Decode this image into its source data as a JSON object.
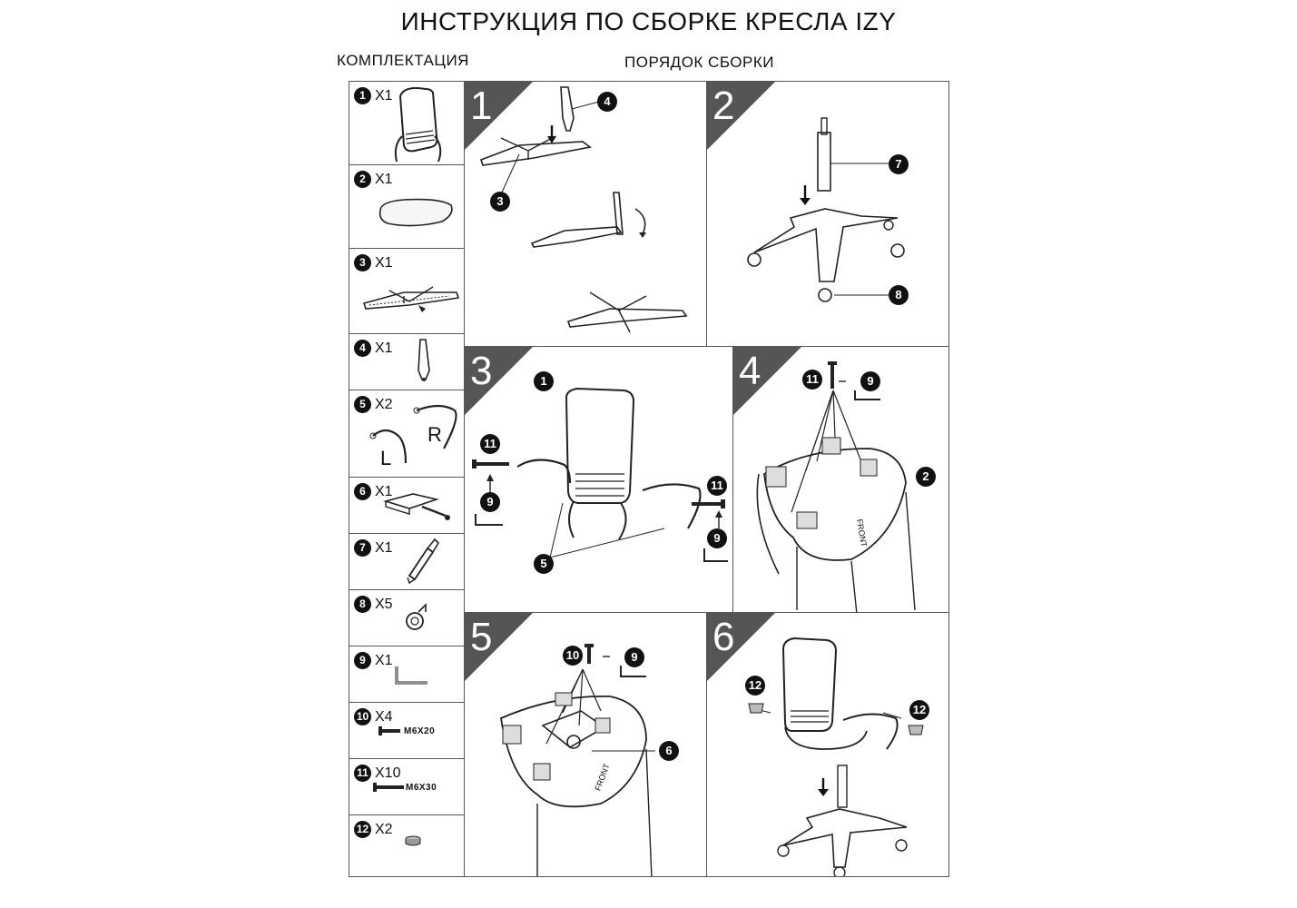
{
  "title": "ИНСТРУКЦИЯ ПО СБОРКЕ КРЕСЛА IZY",
  "kit_heading": "КОМПЛЕКТАЦИЯ",
  "order_heading": "ПОРЯДОК СБОРКИ",
  "parts": [
    {
      "num": "1",
      "qty": "X1",
      "icon": "chair-back-icon"
    },
    {
      "num": "2",
      "qty": "X1",
      "icon": "seat-cushion-icon"
    },
    {
      "num": "3",
      "qty": "X1",
      "icon": "seat-frame-icon"
    },
    {
      "num": "4",
      "qty": "X1",
      "icon": "rear-post-icon"
    },
    {
      "num": "5",
      "qty": "X2",
      "icon": "armrest-icon",
      "left_label": "L",
      "right_label": "R"
    },
    {
      "num": "6",
      "qty": "X1",
      "icon": "mechanism-icon"
    },
    {
      "num": "7",
      "qty": "X1",
      "icon": "gas-lift-icon"
    },
    {
      "num": "8",
      "qty": "X5",
      "icon": "caster-icon"
    },
    {
      "num": "9",
      "qty": "X1",
      "icon": "hex-key-icon"
    },
    {
      "num": "10",
      "qty": "X4",
      "icon": "bolt-icon",
      "spec": "M6X20"
    },
    {
      "num": "11",
      "qty": "X10",
      "icon": "bolt-icon",
      "spec": "M6X30"
    },
    {
      "num": "12",
      "qty": "X2",
      "icon": "cap-icon"
    }
  ],
  "steps": [
    {
      "num": "1",
      "callouts": [
        "4",
        "3"
      ]
    },
    {
      "num": "2",
      "callouts": [
        "7",
        "8"
      ]
    },
    {
      "num": "3",
      "callouts": [
        "1",
        "11",
        "9",
        "5",
        "11",
        "9"
      ]
    },
    {
      "num": "4",
      "callouts": [
        "11",
        "9",
        "2"
      ],
      "front_label": "FRONT"
    },
    {
      "num": "5",
      "callouts": [
        "10",
        "9",
        "6"
      ],
      "front_label": "FRONT"
    },
    {
      "num": "6",
      "callouts": [
        "12",
        "12"
      ]
    }
  ]
}
